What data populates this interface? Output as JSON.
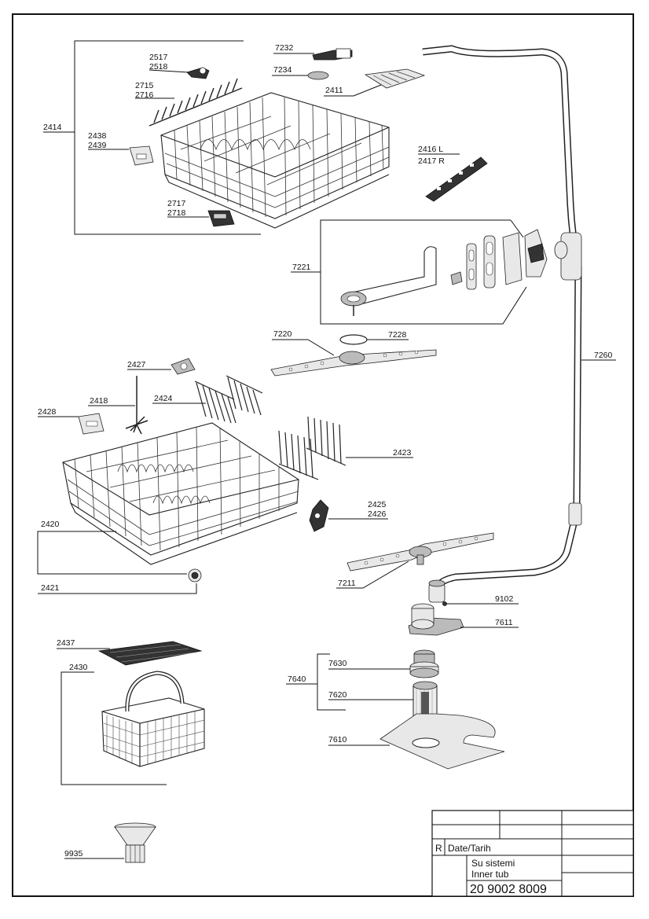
{
  "labels": {
    "p2414": "2414",
    "p2517": "2517",
    "p2518": "2518",
    "p2715": "2715",
    "p2716": "2716",
    "p2438": "2438",
    "p2439": "2439",
    "p2717": "2717",
    "p2718": "2718",
    "p7232": "7232",
    "p7234": "7234",
    "p2411": "2411",
    "p2416": "2416 L",
    "p2417": "2417 R",
    "p7221": "7221",
    "p7220": "7220",
    "p7228": "7228",
    "p7260": "7260",
    "p2427": "2427",
    "p2418": "2418",
    "p2424": "2424",
    "p2428": "2428",
    "p2423": "2423",
    "p2425": "2425",
    "p2426": "2426",
    "p2420": "2420",
    "p2421": "2421",
    "p7211": "7211",
    "p9102": "9102",
    "p7611": "7611",
    "p2437": "2437",
    "p2430": "2430",
    "p7630": "7630",
    "p7640": "7640",
    "p7620": "7620",
    "p7610": "7610",
    "p9935": "9935"
  },
  "title_block": {
    "rev_label": "R",
    "date_label": "Date/Tarih",
    "title_tr": "Su sistemi",
    "title_en": "Inner tub",
    "drawing_number": "20 9002 8009"
  }
}
